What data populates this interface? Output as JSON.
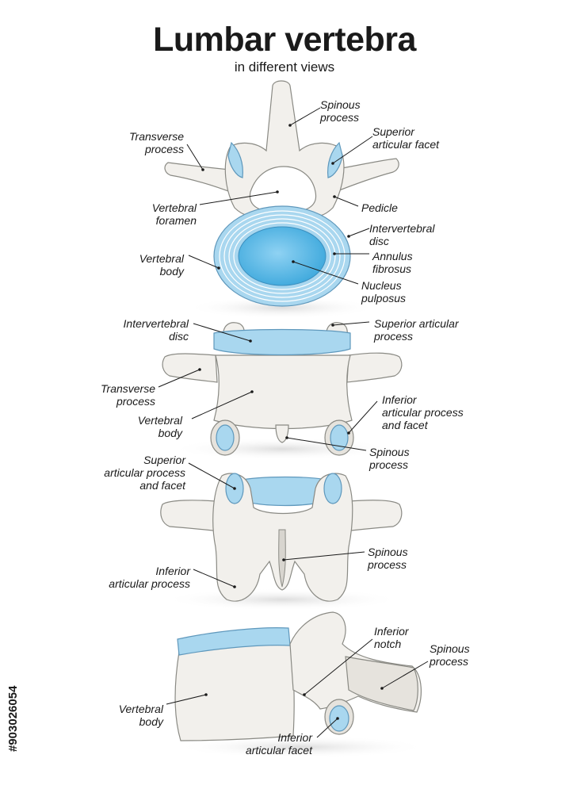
{
  "header": {
    "title": "Lumbar vertebra",
    "subtitle": "in different views"
  },
  "side_code": "#903026054",
  "views": {
    "superior": {
      "spinous_process": "Spinous\nprocess",
      "transverse_process": "Transverse\nprocess",
      "superior_articular_facet": "Superior\narticular facet",
      "vertebral_foramen": "Vertebral\nforamen",
      "pedicle": "Pedicle",
      "intervertebral_disc": "Intervertebral\ndisc",
      "annulus_fibrosus": "Annulus\nfibrosus",
      "vertebral_body": "Vertebral\nbody",
      "nucleus_pulposus": "Nucleus\npulposus"
    },
    "anterior": {
      "intervertebral_disc": "Intervertebral\ndisc",
      "superior_articular_process": "Superior articular\nprocess",
      "transverse_process": "Transverse\nprocess",
      "vertebral_body": "Vertebral\nbody",
      "inferior_articular_process_facet": "Inferior\narticular process\nand facet",
      "spinous_process": "Spinous\nprocess"
    },
    "posterior": {
      "superior_articular_process_facet": "Superior\narticular process\nand facet",
      "spinous_process": "Spinous\nprocess",
      "inferior_articular_process": "Inferior\narticular process"
    },
    "lateral": {
      "inferior_notch": "Inferior\nnotch",
      "spinous_process": "Spinous\nprocess",
      "vertebral_body": "Vertebral\nbody",
      "inferior_articular_facet": "Inferior\narticular facet"
    }
  },
  "colors": {
    "bone": "#f2f0ec",
    "disc": "#a9d7ef",
    "nucleus": "#4fb3e3"
  }
}
